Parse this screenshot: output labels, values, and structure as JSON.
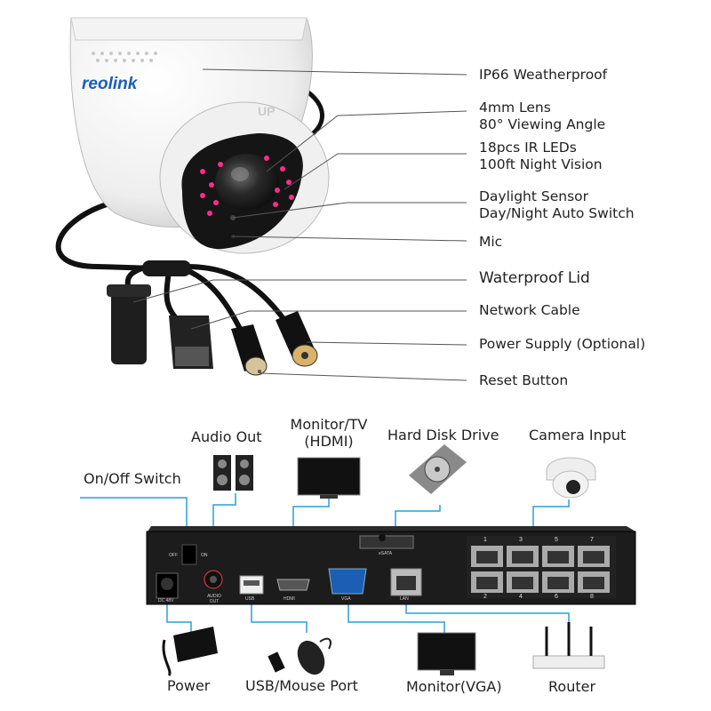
{
  "camera": {
    "brand": "reolink",
    "features": [
      {
        "line1": "IP66 Weatherproof",
        "line2": ""
      },
      {
        "line1": "4mm Lens",
        "line2": "80° Viewing Angle"
      },
      {
        "line1": "18pcs IR LEDs",
        "line2": "100ft Night Vision"
      },
      {
        "line1": "Daylight Sensor",
        "line2": "Day/Night Auto Switch"
      },
      {
        "line1": "Mic",
        "line2": ""
      },
      {
        "line1": "Waterproof Lid",
        "line2": ""
      },
      {
        "line1": "Network Cable",
        "line2": ""
      },
      {
        "line1": "Power Supply (Optional)",
        "line2": ""
      },
      {
        "line1": "Reset Button",
        "line2": ""
      }
    ]
  },
  "nvr": {
    "top_labels": {
      "audio_out": "Audio Out",
      "monitor_tv": "Monitor/TV",
      "hdmi": "(HDMI)",
      "hard_disk": "Hard Disk Drive",
      "camera_input": "Camera Input",
      "on_off": "On/Off Switch"
    },
    "bottom_labels": {
      "power": "Power",
      "usb_mouse": "USB/Mouse Port",
      "monitor_vga": "Monitor(VGA)",
      "router": "Router"
    },
    "panel_text": {
      "off": "OFF",
      "on": "ON",
      "dc": "DC 48V",
      "audio_out": "AUDIO OUT",
      "usb": "USB",
      "hdmi": "HDMI",
      "vga": "VGA",
      "lan": "LAN",
      "esata": "eSATA",
      "port_top": [
        "1",
        "3",
        "5",
        "7"
      ],
      "port_bottom": [
        "2",
        "4",
        "6",
        "8"
      ]
    },
    "accent_color": "#2a9fd6"
  }
}
